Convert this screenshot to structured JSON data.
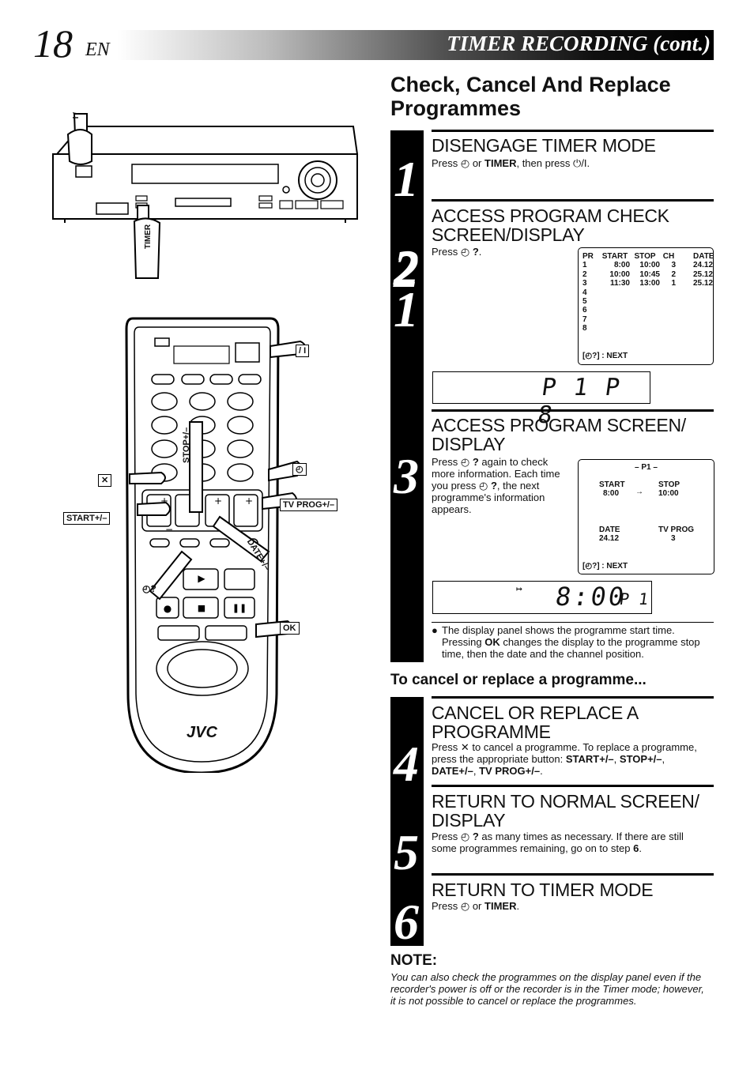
{
  "header": {
    "page_number": "18",
    "lang": "EN",
    "title": "TIMER RECORDING (cont.)"
  },
  "section_title": "Check, Cancel And Replace Programmes",
  "steps": [
    {
      "number": "1",
      "title": "DISENGAGE TIMER MODE",
      "text": {
        "a": "Press",
        "b": "or",
        "timer": "TIMER",
        "c": ", then press",
        "d": "."
      }
    },
    {
      "number": "2",
      "title": "ACCESS PROGRAM CHECK SCREEN/DISPLAY",
      "text": {
        "a": "Press",
        "b": "."
      }
    },
    {
      "number": "3",
      "title": "ACCESS PROGRAM SCREEN/ DISPLAY",
      "text": "again to check more information. Each time you press",
      "text_pre": "Press",
      "text_post": ", the next programme's information appears."
    },
    {
      "number": "4",
      "title": "CANCEL OR REPLACE A PROGRAMME"
    },
    {
      "number": "5",
      "title": "RETURN TO NORMAL SCREEN/ DISPLAY",
      "text": {
        "a": "Press",
        "b": "as many times as necessary. If there are still some programmes remaining, go on to step",
        "step": "6",
        "c": "."
      }
    },
    {
      "number": "6",
      "title": "RETURN TO TIMER MODE",
      "text": {
        "a": "Press",
        "b": "or",
        "timer": "TIMER",
        "c": "."
      }
    }
  ],
  "step4_text": {
    "a": "Press",
    "b": "to cancel a programme. To replace a programme, press the appropriate button:",
    "start": "START+/–",
    "comma1": ",",
    "stop": "STOP+/–",
    "comma2": ",",
    "date": "DATE+/–",
    "comma3": ",",
    "tvprog": "TV PROG+/–",
    "end": "."
  },
  "check_screen": {
    "headers": [
      "PR",
      "START",
      "STOP",
      "CH",
      "DATE"
    ],
    "rows": [
      [
        "1",
        "8:00",
        "10:00",
        "3",
        "24.12"
      ],
      [
        "2",
        "10:00",
        "10:45",
        "2",
        "25.12"
      ],
      [
        "3",
        "11:30",
        "13:00",
        "1",
        "25.12"
      ],
      [
        "4",
        "",
        "",
        "",
        ""
      ],
      [
        "5",
        "",
        "",
        "",
        ""
      ],
      [
        "6",
        "",
        "",
        "",
        ""
      ],
      [
        "7",
        "",
        "",
        "",
        ""
      ],
      [
        "8",
        "",
        "",
        "",
        ""
      ]
    ],
    "footer": "] : NEXT",
    "footer_open": "[",
    "footer_q": "?"
  },
  "lcd1": "P 1 P 8",
  "program_screen": {
    "title": "– P1 –",
    "start_label": "START",
    "start_value": "8:00",
    "stop_label": "STOP",
    "stop_value": "10:00",
    "date_label": "DATE",
    "date_value": "24.12",
    "tvprog_label": "TV PROG",
    "tvprog_value": "3",
    "footer": "] : NEXT",
    "footer_open": "[",
    "footer_q": "?"
  },
  "lcd2": {
    "time": "8:00",
    "prog": "P 1"
  },
  "bullet": {
    "a": "The display panel shows the programme start time. Pressing",
    "ok": "OK",
    "b": "changes the display to the programme stop time, then the date and the channel position."
  },
  "cancel_heading": "To cancel or replace a programme...",
  "note": {
    "title": "NOTE:",
    "text": "You can also check the programmes on the display panel even if the recorder's power is off or the recorder is in the Timer mode; however, it is not possible to cancel or replace the programmes."
  },
  "illustration": {
    "timer_label": "TIMER",
    "brand": "JVC",
    "power_label": "/ I",
    "start_label": "START+/–",
    "stop_label": "STOP+/–",
    "date_label": "DATE+/–",
    "tvprog_label": "TV PROG+/–",
    "ok_label": "OK",
    "question_label": "?"
  },
  "colors": {
    "header_gradient_end": "#000000",
    "step_bar": "#000000"
  }
}
